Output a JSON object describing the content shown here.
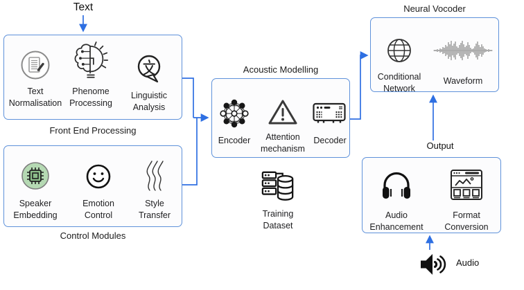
{
  "diagram": {
    "input_label": "Text",
    "output_label": "Output",
    "audio_label": "Audio",
    "front_end": {
      "caption": "Front End Processing",
      "items": [
        {
          "label1": "Text",
          "label2": "Normalisation",
          "icon": "document-edit-icon"
        },
        {
          "label1": "Phenome",
          "label2": "Processing",
          "icon": "brain-bulb-icon"
        },
        {
          "label1": "Linguistic",
          "label2": "Analysis",
          "icon": "translate-icon"
        }
      ]
    },
    "control_modules": {
      "caption": "Control Modules",
      "items": [
        {
          "label1": "Speaker",
          "label2": "Embedding",
          "icon": "chip-icon"
        },
        {
          "label1": "Emotion",
          "label2": "Control",
          "icon": "smiley-face-icon"
        },
        {
          "label1": "Style",
          "label2": "Transfer",
          "icon": "waves-icon"
        }
      ]
    },
    "acoustic_modelling": {
      "caption": "Acoustic Modelling",
      "items": [
        {
          "label1": "Encoder",
          "label2": "",
          "icon": "neural-network-icon"
        },
        {
          "label1": "Attention",
          "label2": "mechanism",
          "icon": "warning-triangle-icon"
        },
        {
          "label1": "Decoder",
          "label2": "",
          "icon": "decoder-device-icon"
        }
      ]
    },
    "training_dataset": {
      "label1": "Training",
      "label2": "Dataset",
      "icon": "server-database-icon"
    },
    "neural_vocoder": {
      "caption": "Neural Vocoder",
      "items": [
        {
          "label1": "Conditional",
          "label2": "Network",
          "icon": "globe-icon"
        },
        {
          "label1": "Waveform",
          "label2": "",
          "icon": "waveform-icon"
        }
      ]
    },
    "post_processing": {
      "items": [
        {
          "label1": "Audio",
          "label2": "Enhancement",
          "icon": "headphones-icon"
        },
        {
          "label1": "Format",
          "label2": "Conversion",
          "icon": "browser-image-icon"
        }
      ]
    },
    "audio_icon": "speaker-icon"
  },
  "colors": {
    "box_border": "#5e91da",
    "arrow_blue": "#2e6fe2",
    "box_fill": "#fcfcfd",
    "chip_green": "#b5d9b3",
    "waveform_gray": "#8f8f8f",
    "text": "#1d1d1f"
  }
}
